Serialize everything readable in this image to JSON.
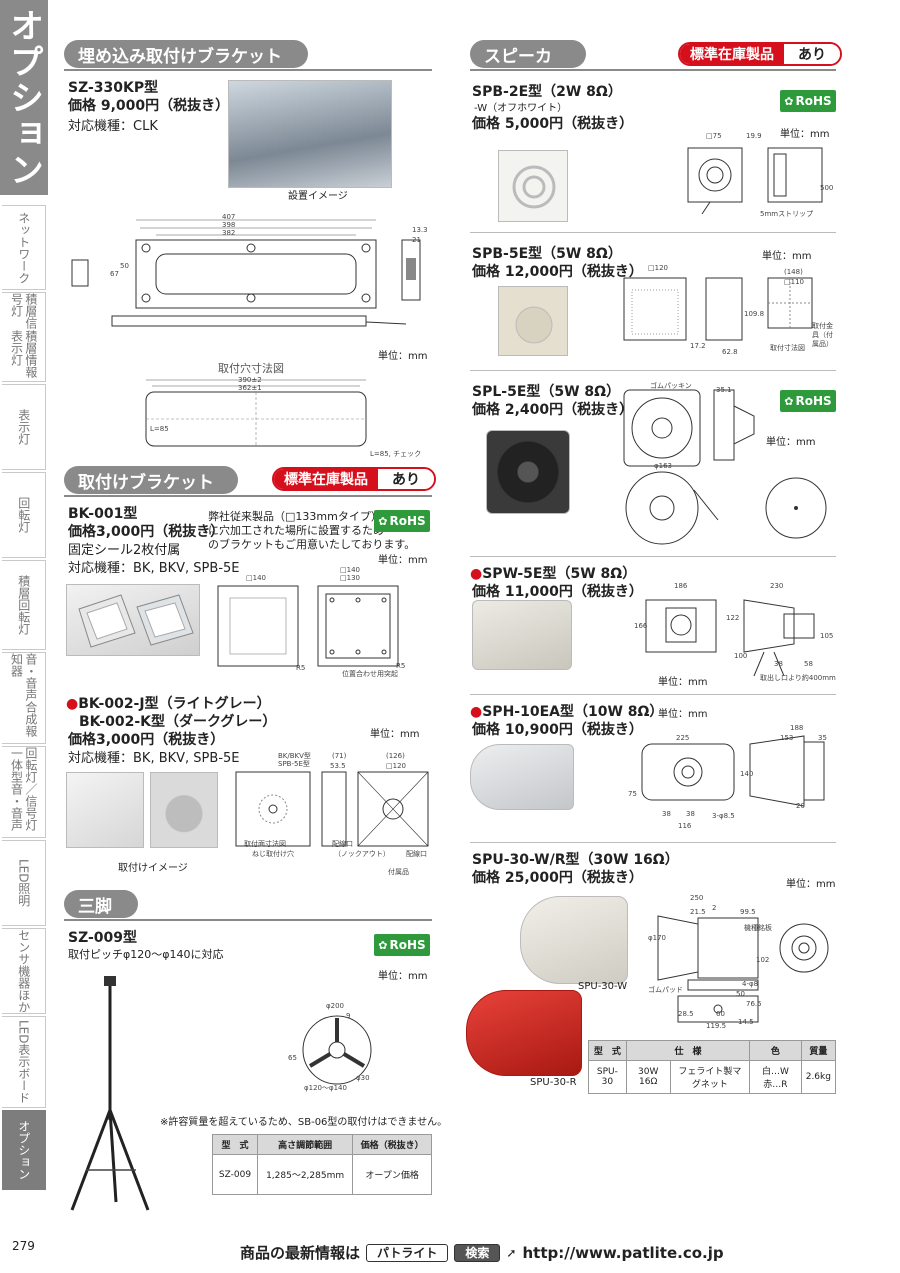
{
  "side": {
    "main": "オプション",
    "tabs": [
      "ネットワーク",
      "積層信号灯",
      "積層情報表示灯",
      "表示灯",
      "回転灯",
      "積層回転灯",
      "音・音声合成報知器",
      "回転灯／信号灯一体型音・音声",
      "LED照明",
      "センサ機器ほか",
      "LED表示ボード",
      "オプション"
    ]
  },
  "sections": {
    "built_in": "埋め込み取付けブラケット",
    "bracket": "取付けブラケット",
    "tripod": "三脚",
    "speaker": "スピーカ"
  },
  "stock_badge": {
    "label": "標準在庫製品",
    "value": "あり"
  },
  "rohs": "RoHS",
  "unit": "単位：mm",
  "sz330": {
    "model": "SZ-330KP型",
    "price": "価格 9,000円（税抜き）",
    "compat": "対応機種：CLK",
    "photo_caption": "設置イメージ",
    "cutout_caption": "取付穴寸法図",
    "dims": [
      "407",
      "398",
      "382",
      "50",
      "67",
      "13.3",
      "21",
      "390±2",
      "362±1",
      "L=85",
      "L=85, チェック"
    ]
  },
  "bk001": {
    "model": "BK-001型",
    "price": "価格3,000円（税抜き）",
    "note": "固定シール2枚付属",
    "compat": "対応機種：BK, BKV, SPB-5E",
    "desc1": "弊社従来製品（□133mmタイプ）用",
    "desc2": "に穴加工された場所に設置するため",
    "desc3": "のブラケットもご用意いたしております。",
    "dims": [
      "□140",
      "□140",
      "□130",
      "R5",
      "R5",
      "位置合わせ用突起"
    ]
  },
  "bk002": {
    "model1": "BK-002-J型（ライトグレー）",
    "model2": "BK-002-K型（ダークグレー）",
    "price": "価格3,000円（税抜き）",
    "compat": "対応機種：BK, BKV, SPB-5E",
    "photo_caption": "取付けイメージ",
    "dims": [
      "BK/BKV型",
      "SPB-5E型",
      "(71)",
      "(126)",
      "53.5",
      "□120",
      "取付面寸法図",
      "ねじ取付け穴",
      "配線口",
      "（ノックアウト）",
      "配線口",
      "付属品"
    ]
  },
  "sz009": {
    "model": "SZ-009型",
    "desc": "取付ピッチφ120〜φ140に対応",
    "note": "※許容質量を超えているため、SB-06型の取付けはできません。",
    "dims": [
      "φ200",
      "9",
      "65",
      "φ30",
      "φ120〜φ140"
    ],
    "table": {
      "headers": [
        "型　式",
        "高さ調節範囲",
        "価格（税抜き）"
      ],
      "rows": [
        [
          "SZ-009",
          "1,285〜2,285mm",
          "オープン価格"
        ]
      ]
    }
  },
  "spb2e": {
    "model": "SPB-2E型（2W 8Ω）",
    "variant": "-W（オフホワイト）",
    "price": "価格 5,000円（税抜き）",
    "dims": [
      "□75",
      "19.9",
      "500",
      "5mmストリップ"
    ]
  },
  "spb5e": {
    "model": "SPB-5E型（5W 8Ω）",
    "price": "価格 12,000円（税抜き）",
    "dims": [
      "□120",
      "17.2",
      "62.8",
      "109.8",
      "(148)",
      "□110",
      "取付金具（付属品）",
      "取付寸法図"
    ]
  },
  "spl5e": {
    "model": "SPL-5E型（5W 8Ω）",
    "price": "価格 2,400円（税抜き）",
    "dims": [
      "φ163",
      "35.1",
      "ゴムパッキン"
    ]
  },
  "spw5e": {
    "model": "SPW-5E型（5W 8Ω）",
    "price": "価格 11,000円（税抜き）",
    "dims": [
      "186",
      "166",
      "230",
      "122",
      "105",
      "100",
      "38",
      "58",
      "取出し口より約400mm"
    ]
  },
  "sph10ea": {
    "model": "SPH-10EA型（10W 8Ω）",
    "price": "価格 10,900円（税抜き）",
    "dims": [
      "225",
      "188",
      "153",
      "35",
      "140",
      "75",
      "38",
      "38",
      "116",
      "3-φ8.5",
      "20"
    ]
  },
  "spu30": {
    "model": "SPU-30-W/R型（30W 16Ω）",
    "price": "価格 25,000円（税抜き）",
    "label_w": "SPU-30-W",
    "label_r": "SPU-30-R",
    "dims": [
      "250",
      "21.5",
      "2",
      "99.5",
      "機種銘板",
      "φ170",
      "ゴムパッド",
      "102",
      "4-φ8",
      "28.5",
      "60",
      "119.5",
      "14.5",
      "76.5",
      "50"
    ],
    "table": {
      "headers": [
        "型　式",
        "仕　様",
        "色",
        "質量"
      ],
      "rows": [
        [
          "SPU-30",
          "30W 16Ω",
          "フェライト製マグネット",
          "白…W 赤…R",
          "2.6kg"
        ]
      ]
    }
  },
  "footer": {
    "page": "279",
    "lead": "商品の最新情報は",
    "box1": "パトライト",
    "box2": "検索",
    "url": "http://www.patlite.co.jp"
  }
}
